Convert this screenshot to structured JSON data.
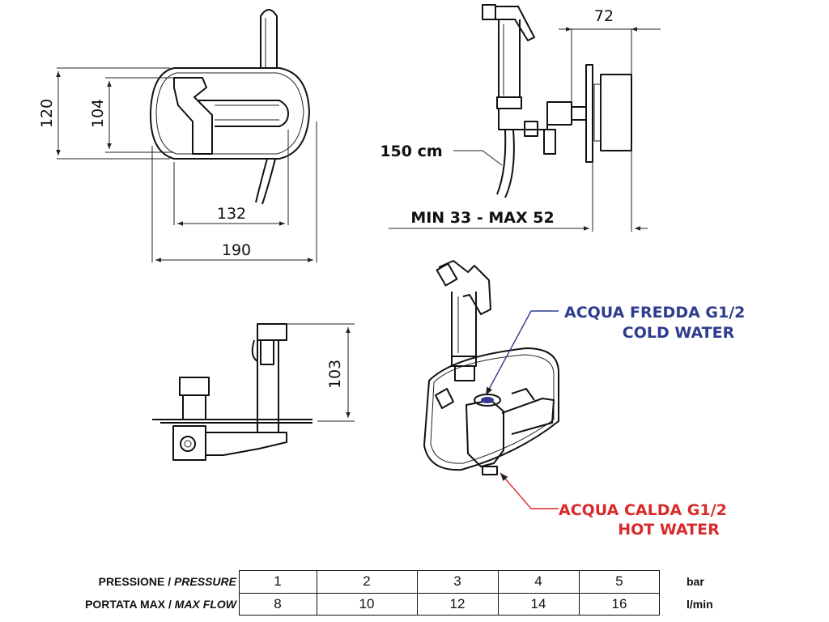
{
  "dimensions": {
    "height_outer": "120",
    "height_inner": "104",
    "width_inner": "132",
    "width_outer": "190",
    "depth": "72",
    "hose_length": "150 cm",
    "wall_range": "MIN 33 -  MAX 52",
    "height_side": "103"
  },
  "connections": {
    "cold": {
      "line1": "ACQUA FREDDA  G1/2",
      "line2": "COLD WATER",
      "color": "#2f3c8e"
    },
    "hot": {
      "line1": "ACQUA CALDA  G1/2",
      "line2": "HOT WATER",
      "color": "#d82a2a"
    }
  },
  "spec_table": {
    "rows": [
      {
        "label_it": "PRESSIONE / ",
        "label_en": "PRESSURE",
        "values": [
          "1",
          "2",
          "3",
          "4",
          "5"
        ],
        "unit": "bar"
      },
      {
        "label_it": "PORTATA MAX / ",
        "label_en": "MAX FLOW",
        "values": [
          "8",
          "10",
          "12",
          "14",
          "16"
        ],
        "unit": "l/min"
      }
    ]
  }
}
